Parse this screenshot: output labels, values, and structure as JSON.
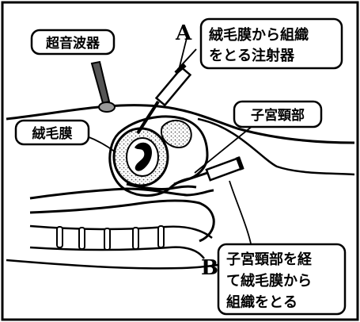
{
  "labels": {
    "ultrasound": "超音波器",
    "chorion": "絨毛膜",
    "cervix": "子宮頸部",
    "method_a_letter": "A",
    "method_a_line1": "絨毛膜から組織",
    "method_a_line2": "をとる注射器",
    "method_b_letter": "B",
    "method_b_line1": "子宮頸部を経",
    "method_b_line2": "て絨毛膜から",
    "method_b_line3": "組織をとる"
  },
  "colors": {
    "ink": "#000000",
    "paper": "#ffffff",
    "stipple": "#9a9a9a"
  }
}
